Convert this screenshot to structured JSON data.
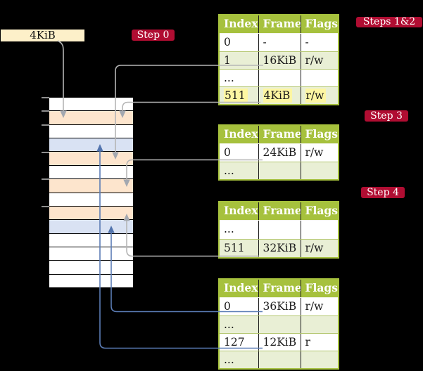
{
  "page_size_label": "4KiB",
  "badges": {
    "step0": "Step 0",
    "steps12": "Steps 1&2",
    "step3": "Step 3",
    "step4": "Step 4"
  },
  "memory": {
    "row_colors": [
      "white",
      "orange",
      "white",
      "blue",
      "orange",
      "white",
      "orange",
      "white",
      "orange",
      "blue",
      "white",
      "white",
      "white",
      "white"
    ],
    "tick_row_boundaries": [
      0,
      1,
      2,
      4,
      6,
      8
    ]
  },
  "tables": [
    {
      "id": "page-table-root",
      "columns": [
        "Index",
        "Frame",
        "Flags"
      ],
      "rows": [
        {
          "cells": [
            "0",
            "-",
            "-"
          ],
          "shaded": false,
          "highlighted": false
        },
        {
          "cells": [
            "1",
            "16KiB",
            "r/w"
          ],
          "shaded": true,
          "highlighted": false
        },
        {
          "cells": [
            "...",
            "",
            ""
          ],
          "shaded": false,
          "highlighted": false
        },
        {
          "cells": [
            "511",
            "4KiB",
            "r/w"
          ],
          "shaded": true,
          "highlighted": true
        }
      ]
    },
    {
      "id": "page-table-16kib",
      "columns": [
        "Index",
        "Frame",
        "Flags"
      ],
      "rows": [
        {
          "cells": [
            "0",
            "24KiB",
            "r/w"
          ],
          "shaded": false,
          "highlighted": false
        },
        {
          "cells": [
            "...",
            "",
            ""
          ],
          "shaded": true,
          "highlighted": false
        }
      ]
    },
    {
      "id": "page-table-24kib",
      "columns": [
        "Index",
        "Frame",
        "Flags"
      ],
      "rows": [
        {
          "cells": [
            "...",
            "",
            ""
          ],
          "shaded": false,
          "highlighted": false
        },
        {
          "cells": [
            "511",
            "32KiB",
            "r/w"
          ],
          "shaded": true,
          "highlighted": false
        }
      ]
    },
    {
      "id": "page-table-32kib",
      "columns": [
        "Index",
        "Frame",
        "Flags"
      ],
      "rows": [
        {
          "cells": [
            "0",
            "36KiB",
            "r/w"
          ],
          "shaded": false,
          "highlighted": false
        },
        {
          "cells": [
            "...",
            "",
            ""
          ],
          "shaded": true,
          "highlighted": false
        },
        {
          "cells": [
            "127",
            "12KiB",
            "r"
          ],
          "shaded": false,
          "highlighted": false
        },
        {
          "cells": [
            "...",
            "",
            ""
          ],
          "shaded": true,
          "highlighted": false
        }
      ]
    }
  ],
  "colors": {
    "badge_red": "#b00d32",
    "table_header_green": "#a6c13d",
    "table_row_green": "#e9efd5",
    "highlight_yellow": "#fdf6a2",
    "memory_orange": "#fde5cd",
    "memory_blue": "#d9e2f3",
    "label_cream": "#fdf0c9",
    "wire_gray": "#b5b5b5",
    "wire_blue": "#5b7cb5"
  }
}
